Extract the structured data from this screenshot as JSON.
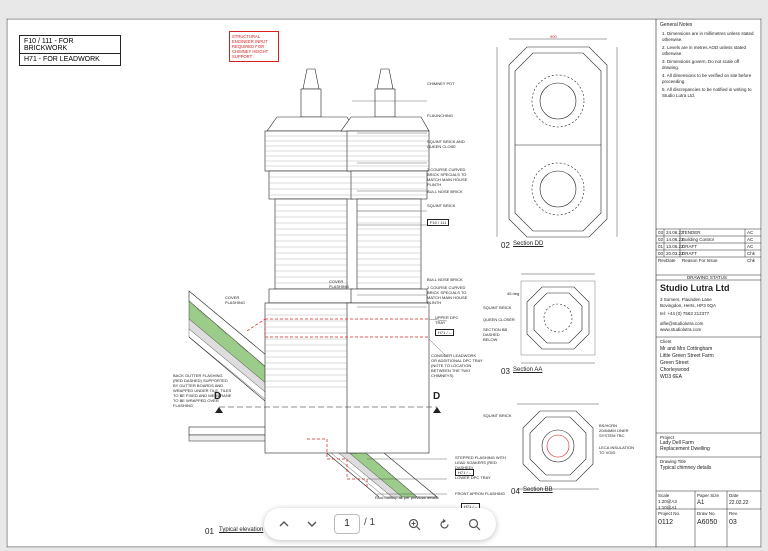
{
  "labels": {
    "brickwork": "F10 / 111 - FOR BRICKWORK",
    "leadwork": "H71 - FOR LEADWORK",
    "structural_note": "STRUCTURAL ENGINEER INPUT REQUIRED FOR CHIMNEY HEIGHT SUPPORT",
    "chimney_pot": "CHIMNEY POT",
    "flaunching": "FLAUNCHING",
    "squint_queen": "SQUINT BRICK AND QUEEN CLOSE",
    "curved_brick_top": "2 COURSE CURVED BRICK SPECIALS TO MATCH MAIN HOUSE PLINTH",
    "bull_nose_top": "BULL NOSE BRICK",
    "squint_brick_mid": "SQUINT BRICK",
    "f10_tag": "F10 / 111",
    "bull_nose_low": "BULL NOSE BRICK",
    "curved_brick_low": "2 COURSE CURVED BRICK SPECIALS TO MATCH MAIN HOUSE PLINTH",
    "cover_flashing_l": "COVER FLASHING",
    "cover_flashing_r": "COVER FLASHING",
    "upper_dpc": "UPPER DPC TRAY",
    "consider_leadwork": "CONSIDER LEADWORK OR ADDITIONAL DPC TRAY (NOTE TO LOCATION BETWEEN THE TWO CHIMNEYS)",
    "back_gutter": "BACK GUTTER FLASHING (RED DASHED) SUPPORTED BY GUTTER BOARDS AND WRAPPED UNDER TILE. TILES TO BE FIXED AND MEMBRANE TO BE WRAPPED OVER FLASHING",
    "stepped_flashing": "STEPPED FLASHING WITH LEAD SOAKERS (RED DASHED)",
    "h71_a": "H71 / --",
    "h71_b": "H71 / --",
    "h71_c": "H71 / --",
    "lower_dpc": "LOWER DPC TRAY",
    "front_apron": "FRONT APRON FLASHING",
    "roof_buildup": "Roof buildup as per previous details",
    "d_left": "D",
    "d_right": "D",
    "sec_dd_num": "02",
    "sec_dd": "Section DD",
    "sec_aa_num": "03",
    "sec_aa": "Section AA",
    "sec_bb_num": "04",
    "sec_bb": "Section BB",
    "typ_num": "01",
    "typ_elev": "Typical elevation",
    "dim_900": "900",
    "dim_squint_aa": "SQUINT BRICK",
    "dim_queen": "QUEEN CLOSER",
    "sec_bb_below": "SECTION BB DASHED BELOW",
    "squint_bb": "SQUINT BRICK",
    "bs_note": "BS/HCRN 20/84MM LINER SYSTEM TBC",
    "leca_note": "LECA INSULATION TO VOID",
    "deg45": "45 deg"
  },
  "notes": {
    "title": "General Notes",
    "items": [
      "1. Dimensions are in millimetres unless stated otherwise.",
      "2. Levels are in metres AOD unless stated otherwise.",
      "3. Dimensions govern. Do not scale off drawing.",
      "4. All dimensions to be verified on site before proceeding.",
      "5. All discrepancies to be notified in writing to Studio Lutra Ltd."
    ]
  },
  "revisions": [
    {
      "rev": "03",
      "date": "24.06.22",
      "desc": "TENDER",
      "chk": "AC"
    },
    {
      "rev": "02",
      "date": "14.06.22",
      "desc": "Building Control",
      "chk": "AC"
    },
    {
      "rev": "01",
      "date": "13.06.22",
      "desc": "DRAFT",
      "chk": "AC"
    },
    {
      "rev": "00",
      "date": "20.03.22",
      "desc": "DRAFT",
      "chk": "Chk"
    }
  ],
  "rev_header": {
    "rev": "Rev",
    "date": "Date",
    "desc": "Reason For Issue",
    "chk": "Chk"
  },
  "status_label": "DRAWING STATUS",
  "company": {
    "name": "Studio Lutra Ltd",
    "address1": "3 Somers, Flaunden Lane",
    "address2": "Bovingdon, Herts, HP3 0QA",
    "tel": "tel: +44 (0) 7563 212377",
    "email": "alfie@studiolutra.com",
    "web": "www.studiolutra.com"
  },
  "client": {
    "label": "Client",
    "line1": "Mr and Mrs Cottingham",
    "line2": "Little Green Street Farm",
    "line3": "Green Street",
    "line4": "Chorleywood",
    "line5": "WD3 6EA"
  },
  "project": {
    "label": "Project",
    "line1": "Lady Dell Farm",
    "line2": "Replacement Dwelling"
  },
  "drawing_title": {
    "label": "Drawing Title",
    "value": "Typical chimney details"
  },
  "meta": {
    "scale_label": "Scale",
    "scale_val": "1:20@A3 1:10@A1",
    "paper_label": "Paper Size",
    "paper_val": "A1",
    "date_label": "Date",
    "date_val": "22.02.22",
    "projno_label": "Project No.",
    "projno_val": "0112",
    "drawno_label": "Draw No.",
    "drawno_val": "A6050",
    "rev_label": "Rev.",
    "rev_val": "03"
  },
  "viewer": {
    "page_current": "1",
    "page_total": "/ 1"
  },
  "colors": {
    "red": "#d62020",
    "line": "#222222",
    "green": "#9ccc8a"
  }
}
